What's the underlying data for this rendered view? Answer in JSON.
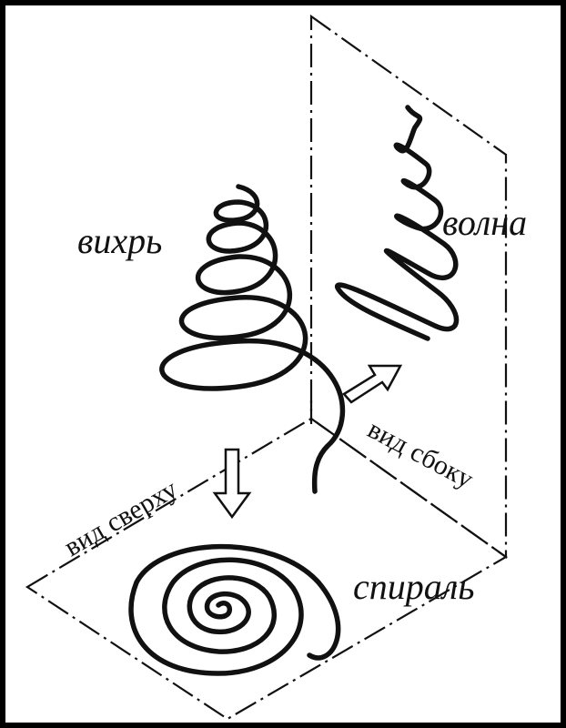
{
  "labels": {
    "vortex": "вихрь",
    "wave": "волна",
    "spiral": "спираль",
    "side_view": "вид сбоку",
    "top_view": "вид сверху"
  },
  "colors": {
    "background": "#ffffff",
    "border": "#000000",
    "ink": "#111111"
  }
}
